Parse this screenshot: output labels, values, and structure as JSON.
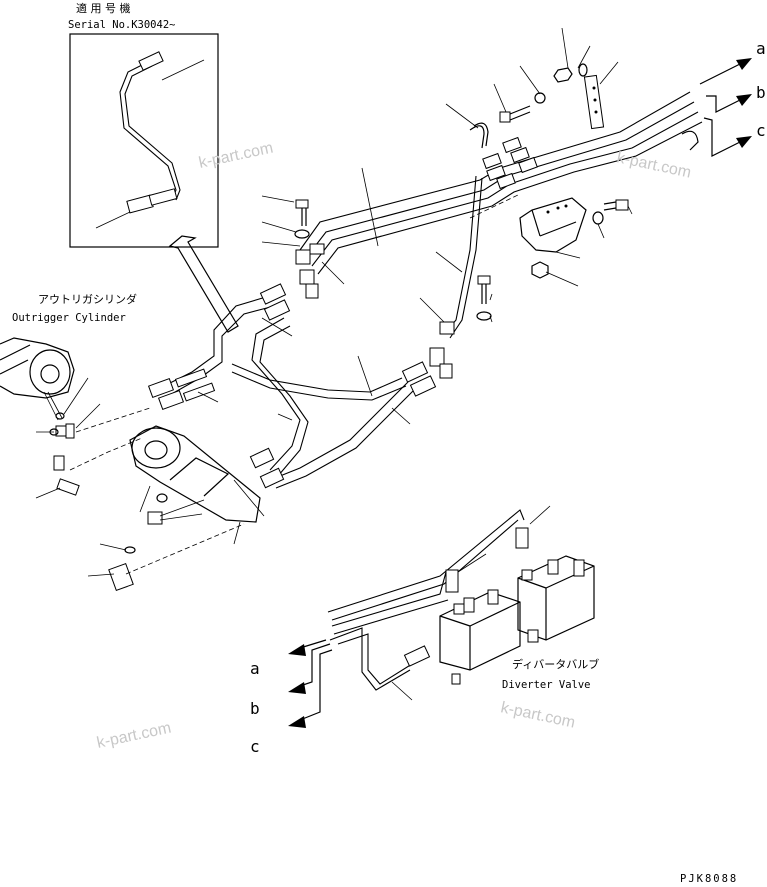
{
  "inset": {
    "title_jp": "適 用 号 機",
    "serial": "Serial No.K30042~"
  },
  "labels": {
    "outrigger_jp": "アウトリガシリンダ",
    "outrigger_en": "Outrigger Cylinder",
    "diverter_jp": "ディバータバルブ",
    "diverter_en": "Diverter Valve"
  },
  "connections": {
    "top": [
      "a",
      "b",
      "c"
    ],
    "bottom": [
      "a",
      "b",
      "c"
    ]
  },
  "watermarks": [
    "k-part.com",
    "k-part.com",
    "k-part.com",
    "k-part.com"
  ],
  "footer": {
    "code": "PJK8088"
  }
}
